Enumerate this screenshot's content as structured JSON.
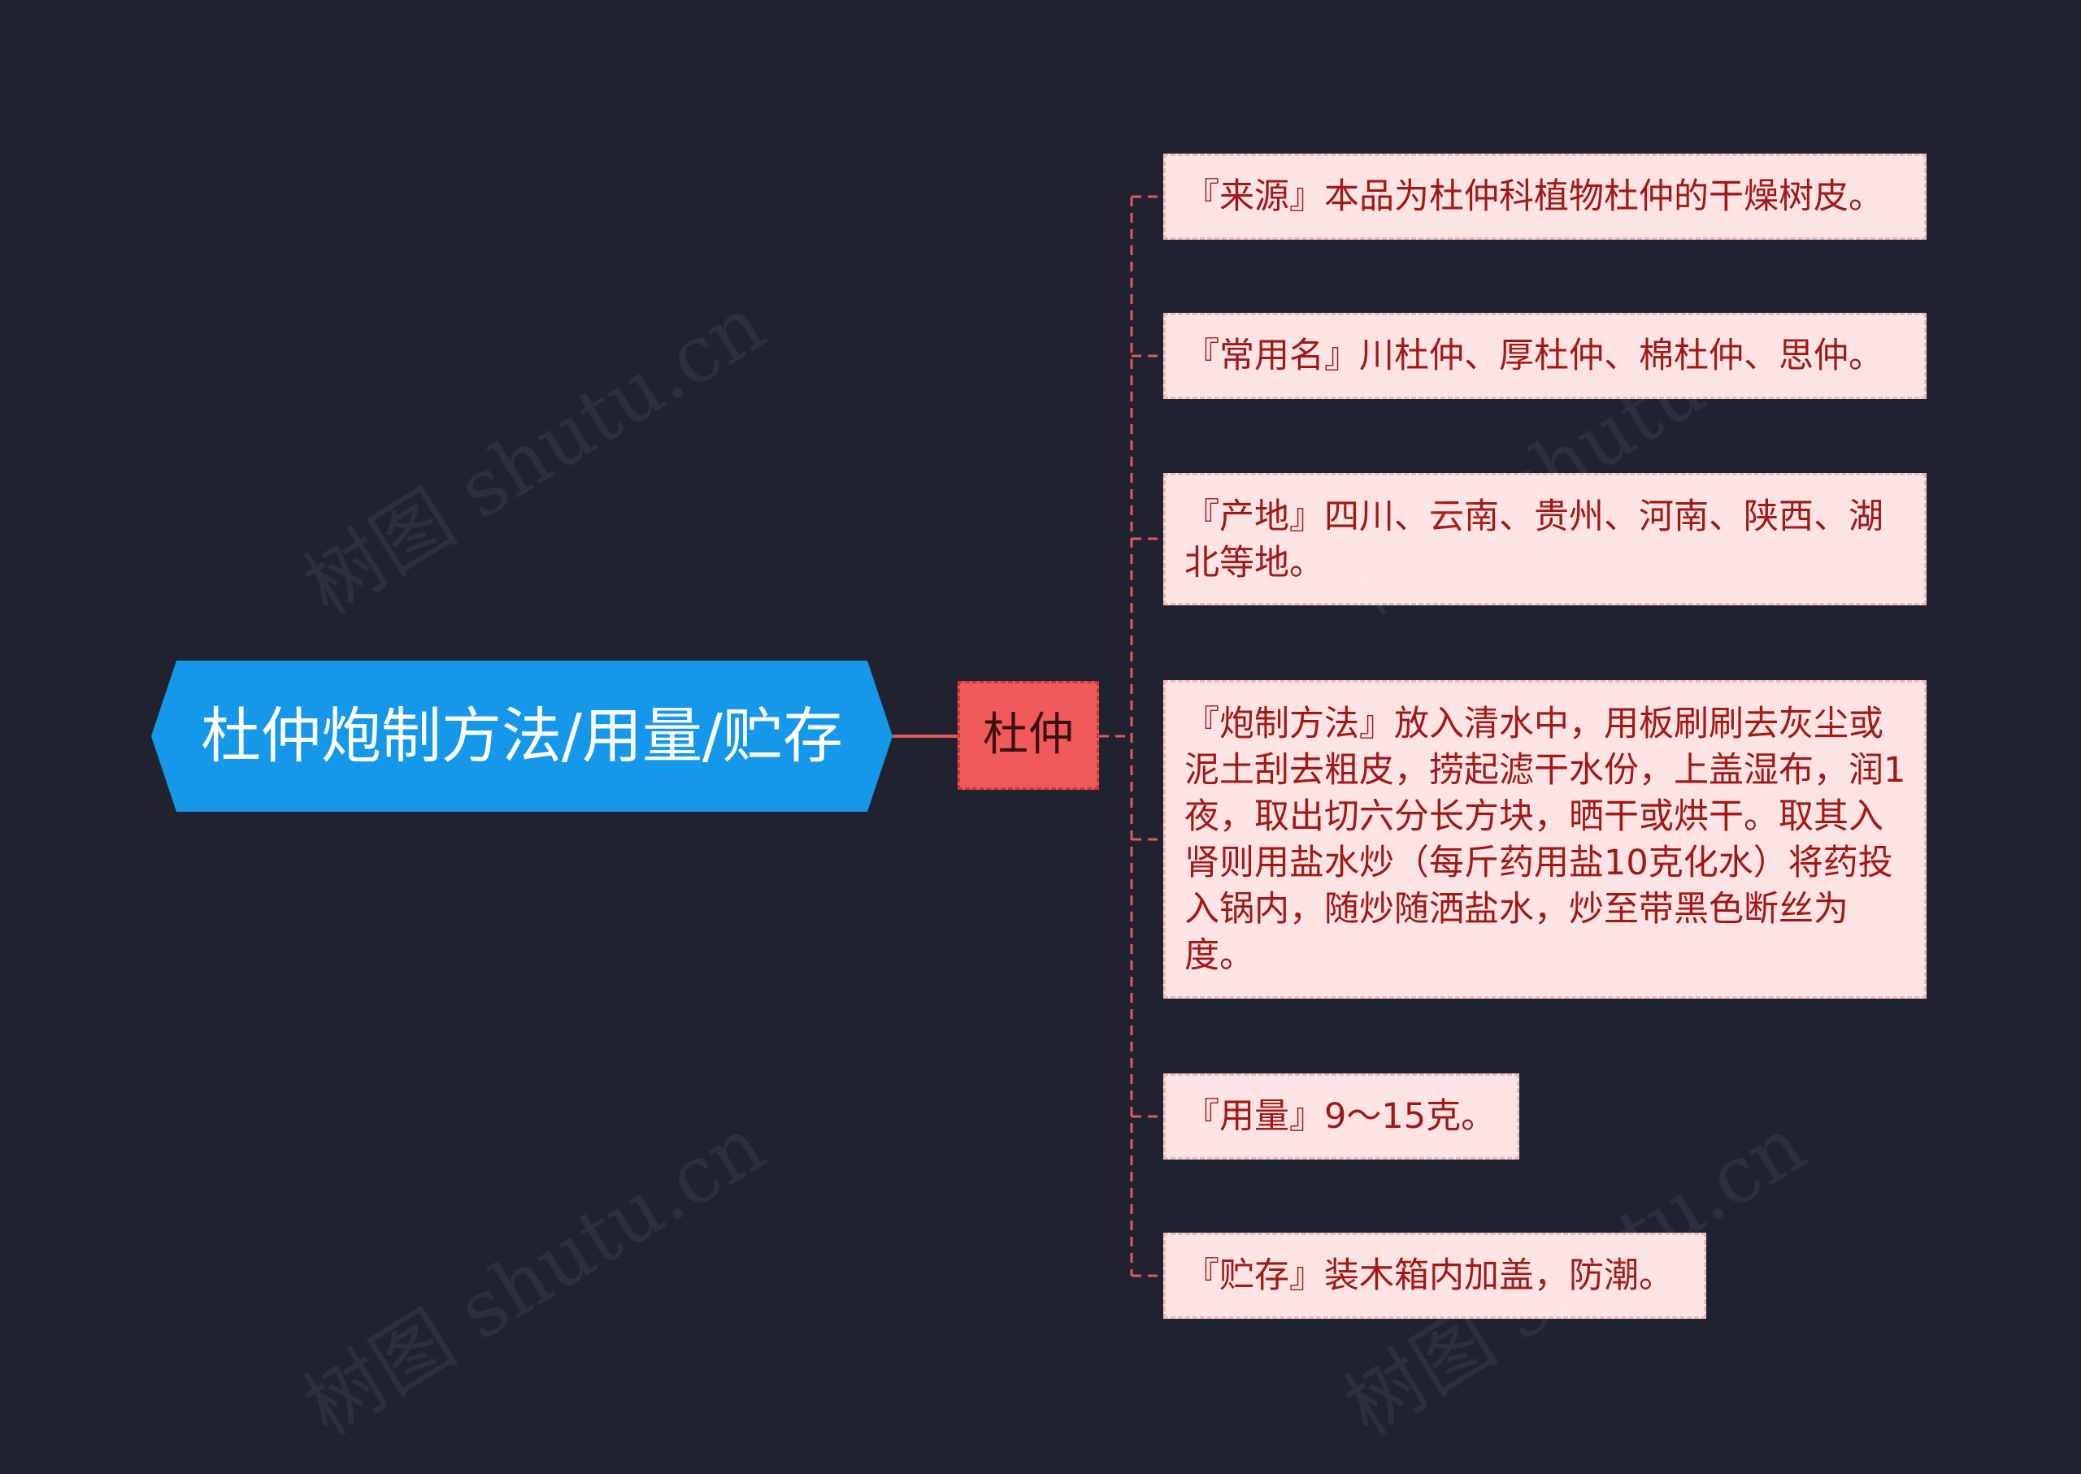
{
  "diagram": {
    "root": {
      "label": "杜仲炮制方法/用量/贮存",
      "color": "#1597ea"
    },
    "branch": {
      "label": "杜仲",
      "color": "#f05a5a"
    },
    "leaves": [
      {
        "label": "『来源』本品为杜仲科植物杜仲的干燥树皮。"
      },
      {
        "label": "『常用名』川杜仲、厚杜仲、棉杜仲、思仲。"
      },
      {
        "label": "『产地』四川、云南、贵州、河南、陕西、湖北等地。"
      },
      {
        "label": "『炮制方法』放入清水中，用板刷刷去灰尘或泥土刮去粗皮，捞起滤干水份，上盖湿布，润1夜，取出切六分长方块，晒干或烘干。取其入肾则用盐水炒（每斤药用盐10克化水）将药投入锅内，随炒随洒盐水，炒至带黑色断丝为度。"
      },
      {
        "label": "『用量』9～15克。"
      },
      {
        "label": "『贮存』装木箱内加盖，防潮。"
      }
    ],
    "leaf_fill": "#fde4e4",
    "leaf_text_color": "#a11818",
    "connector_color": "#e05a5a"
  },
  "watermark": {
    "text": "树图 shutu.cn"
  }
}
